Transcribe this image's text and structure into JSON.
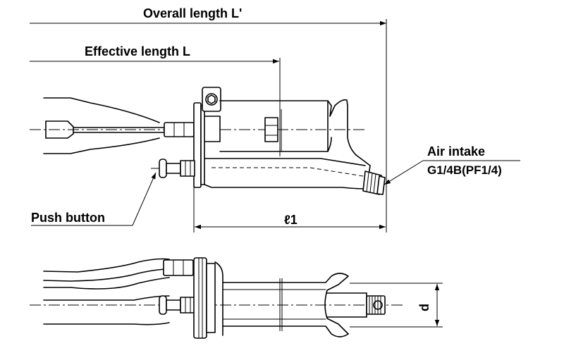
{
  "labels": {
    "overall_length": "Overall length L'",
    "effective_length": "Effective length L",
    "air_intake": "Air intake",
    "air_intake_spec": "G1/4B(PF1/4)",
    "push_button": "Push button",
    "l1": "ℓ1",
    "d": "d"
  },
  "colors": {
    "line": "#000000",
    "background": "#ffffff"
  }
}
